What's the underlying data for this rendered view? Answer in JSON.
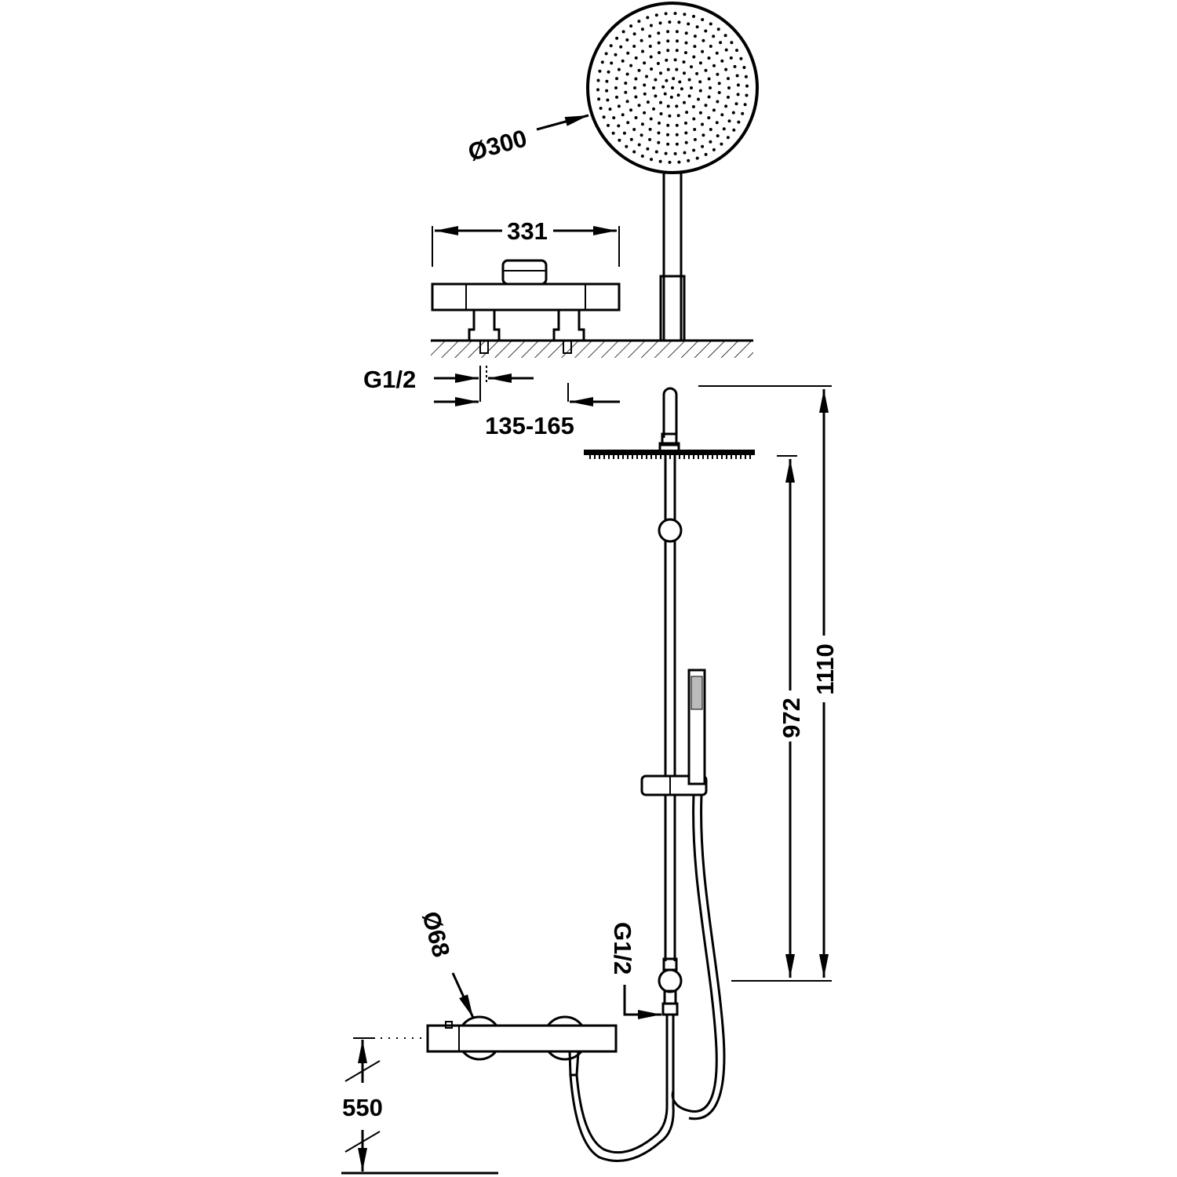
{
  "diagram": {
    "dimensions": {
      "head_diameter": "Ø300",
      "mixer_width": "331",
      "inlet_thread_top": "G1/2",
      "inlet_spacing": "135-165",
      "rail_height": "1110",
      "head_height": "972",
      "mixer_diameter": "Ø68",
      "outlet_thread": "G1/2",
      "mixer_floor_height": "550"
    },
    "colors": {
      "line": "#000000",
      "background": "#ffffff"
    }
  }
}
